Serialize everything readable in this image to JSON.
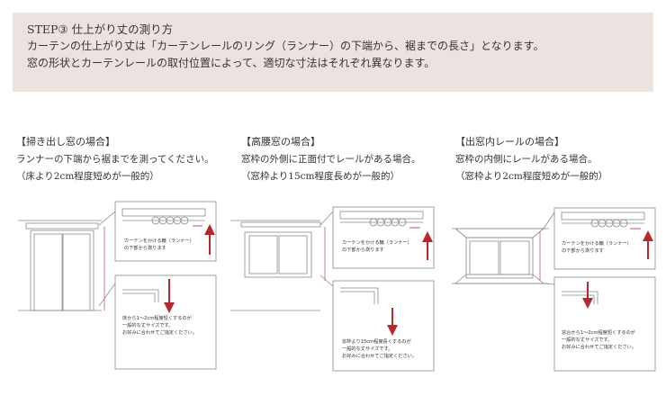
{
  "header": {
    "title": "STEP③ 仕上がり丈の測り方",
    "line1": "カーテンの仕上がり丈は「カーテンレールのリング（ランナー）の下端から、裾までの長さ」となります。",
    "line2": "窓の形状とカーテンレールの取付位置によって、適切な寸法はそれぞれ異なります。"
  },
  "sections": [
    {
      "title": "【掃き出し窓の場合】",
      "desc1": "ランナーの下端から裾までを測ってください。",
      "desc2": "（床より2cm程度短めが一般的）",
      "top_note": [
        "カーテンをかける輪（ランナー）",
        "の下部から測ります"
      ],
      "bottom_note": [
        "床から1～2cm程度短くするのが",
        "一般的な丈サイズです。",
        "お好みに合わせてご指定ください。"
      ]
    },
    {
      "title": "【高腰窓の場合】",
      "desc1": "窓枠の外側に正面付でレールがある場合。",
      "desc2": "（窓枠より15cm程度長めが一般的）",
      "top_note": [
        "カーテンをかける輪（ランナー）",
        "の下部から測ります"
      ],
      "bottom_note": [
        "窓枠より15cm程度長くするのが",
        "一般的な丈サイズです。",
        "お好みに合わせてご指定ください。"
      ]
    },
    {
      "title": "【出窓内レールの場合】",
      "desc1": "窓枠の内側にレールがある場合。",
      "desc2": "（窓枠より2cm程度短めが一般的）",
      "top_note": [
        "カーテンをかける輪（ランナー）",
        "の下部から測ります"
      ],
      "bottom_note": [
        "窓台から1～2cm程度短くするのが",
        "一般的な丈サイズです。",
        "お好みに合わせてご指定ください。"
      ]
    }
  ],
  "colors": {
    "header_bg": "#ebe3df",
    "accent": "#b5282c",
    "line": "#8a8a8a"
  }
}
